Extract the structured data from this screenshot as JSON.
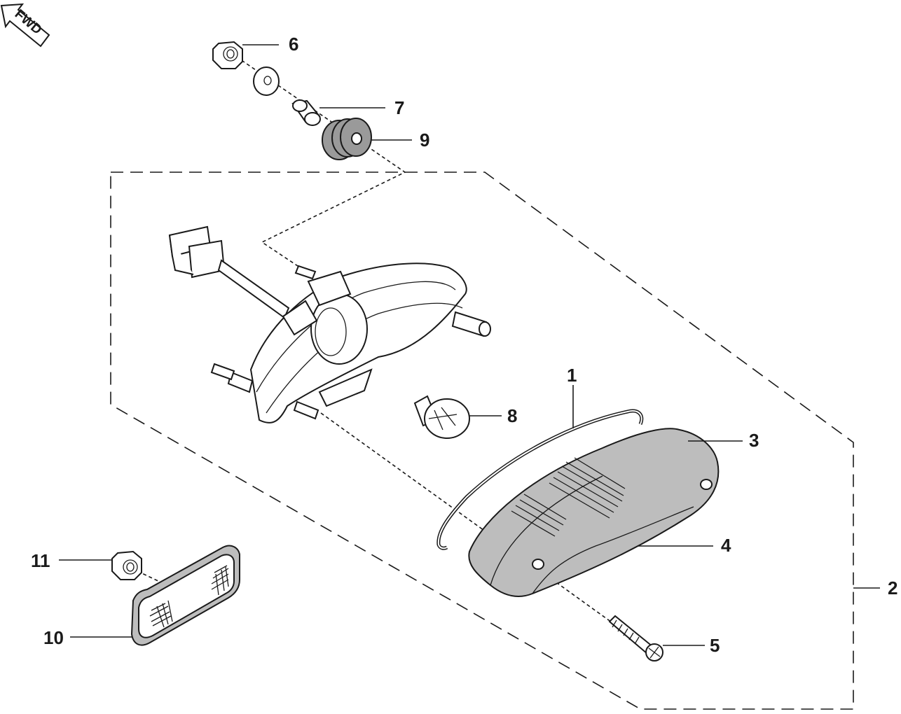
{
  "fwd_label": "FWD",
  "callouts": [
    {
      "id": "1",
      "label": "1"
    },
    {
      "id": "2",
      "label": "2"
    },
    {
      "id": "3",
      "label": "3"
    },
    {
      "id": "4",
      "label": "4"
    },
    {
      "id": "5",
      "label": "5"
    },
    {
      "id": "6",
      "label": "6"
    },
    {
      "id": "7",
      "label": "7"
    },
    {
      "id": "8",
      "label": "8"
    },
    {
      "id": "9",
      "label": "9"
    },
    {
      "id": "10",
      "label": "10"
    },
    {
      "id": "11",
      "label": "11"
    }
  ]
}
